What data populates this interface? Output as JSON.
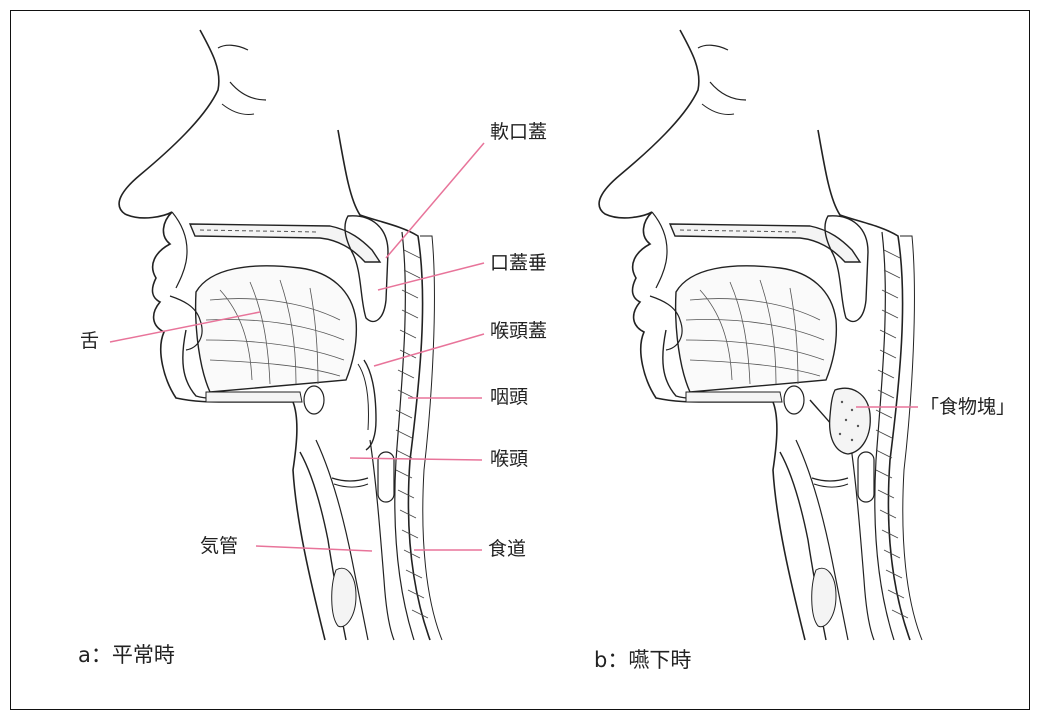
{
  "panel_a": {
    "caption": "a：平常時",
    "labels": {
      "soft_palate": "軟口蓋",
      "uvula": "口蓋垂",
      "epiglottis": "喉頭蓋",
      "pharynx": "咽頭",
      "larynx": "喉頭",
      "tongue": "舌",
      "trachea": "気管",
      "esophagus": "食道"
    }
  },
  "panel_b": {
    "caption": "b：嚥下時",
    "labels": {
      "bolus": "「食物塊」"
    }
  },
  "colors": {
    "leader_line": "#e8749a",
    "outline": "#222222"
  }
}
